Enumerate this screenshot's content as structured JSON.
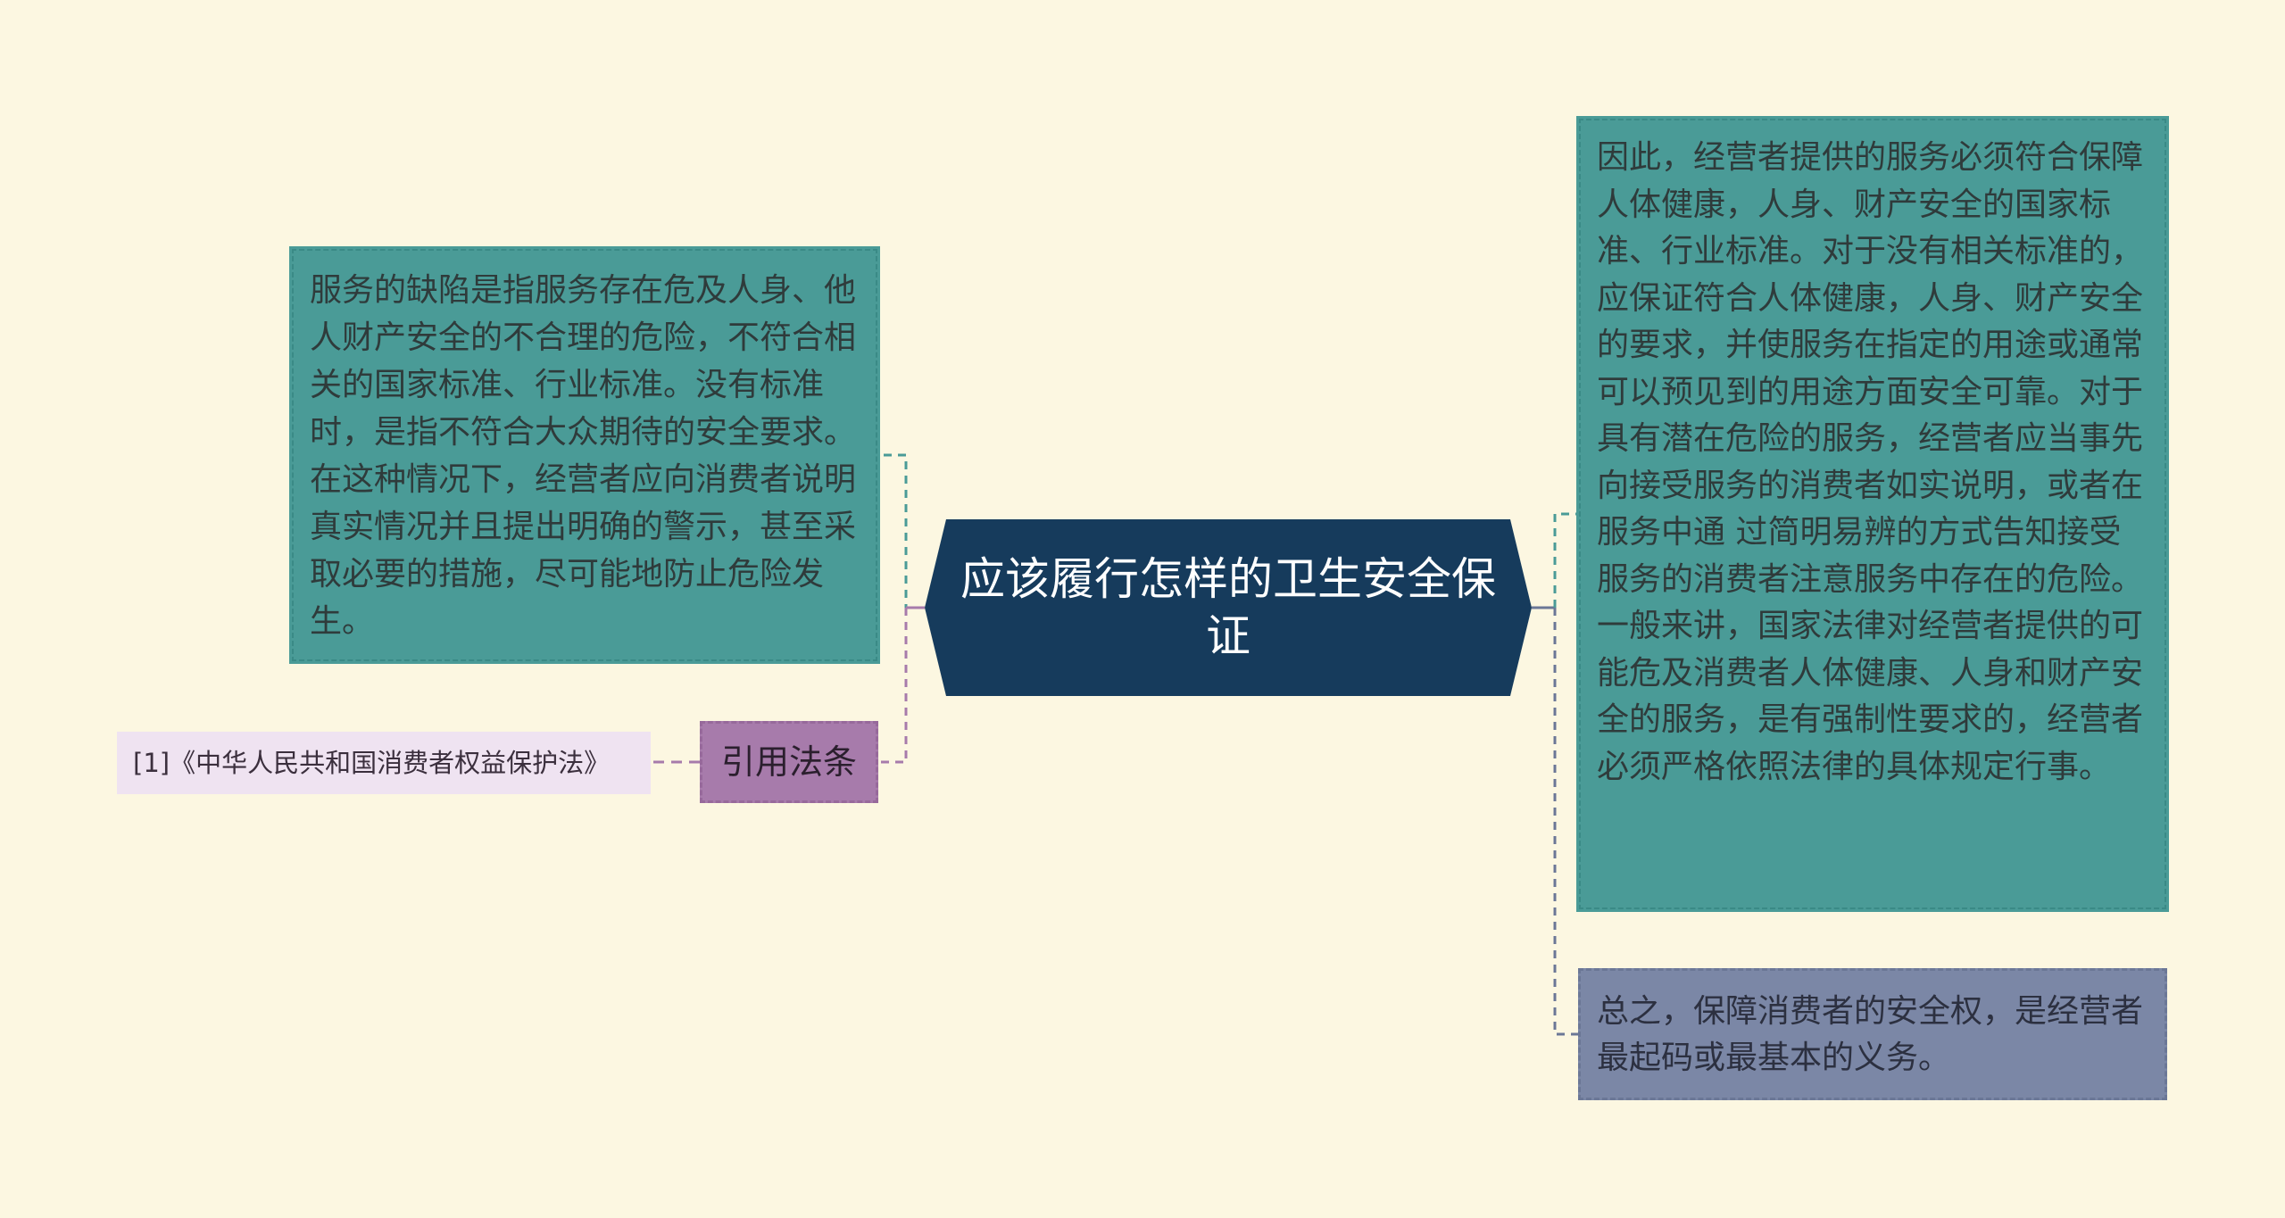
{
  "colors": {
    "background": "#fcf7e1",
    "center_fill": "#163b5c",
    "teal_node": "#4a9b97",
    "slate_node": "#7b87a6",
    "purple_node": "#a77bab",
    "lavender_node": "#efe3f1",
    "connector_teal": "#4a9b97",
    "connector_purple": "#a77bab",
    "connector_slate": "#6b7796"
  },
  "center": {
    "title": "应该履行怎样的卫生安全保证"
  },
  "left": {
    "definition": "服务的缺陷是指服务存在危及人身、他人财产安全的不合理的危险，不符合相关的国家标准、行业标准。没有标准时，是指不符合大众期待的安全要求。在这种情况下，经营者应向消费者说明真实情况并且提出明确的警示，甚至采取必要的措施，尽可能地防止危险发生。",
    "citation_label": "引用法条",
    "reference": "[1]《中华人民共和国消费者权益保护法》"
  },
  "right": {
    "explanation": "因此，经营者提供的服务必须符合保障人体健康，人身、财产安全的国家标准、行业标准。对于没有相关标准的，应保证符合人体健康，人身、财产安全的要求，并使服务在指定的用途或通常可以预见到的用途方面安全可靠。对于具有潜在危险的服务，经营者应当事先向接受服务的消费者如实说明，或者在服务中通 过简明易辨的方式告知接受服务的消费者注意服务中存在的危险。一般来讲，国家法律对经营者提供的可能危及消费者人体健康、人身和财产安全的服务，是有强制性要求的，经营者必须严格依照法律的具体规定行事。",
    "summary": "总之，保障消费者的安全权，是经营者最起码或最基本的义务。"
  }
}
